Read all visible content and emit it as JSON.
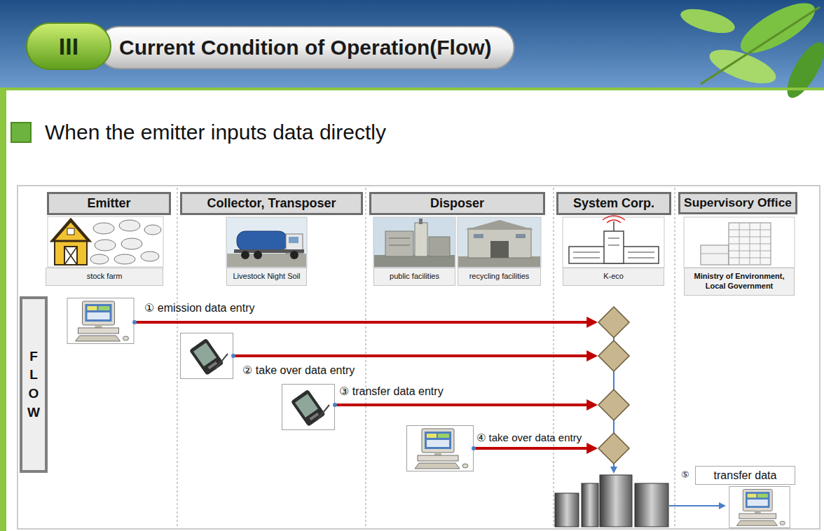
{
  "diagram": {
    "title": "Current Condition of Operation(Flow)",
    "nodes": [
      {
        "text": [
          "Emitter"
        ]
      },
      {
        "text": [
          "Collector, Transposer"
        ]
      },
      {
        "text": [
          "Disposer"
        ]
      },
      {
        "text": [
          "System Corp."
        ]
      },
      {
        "text": [
          "Supervisory Office"
        ]
      },
      {
        "text": [
          "stock farm"
        ]
      },
      {
        "text": [
          "Livestock Night Soil"
        ]
      },
      {
        "text": [
          "public facilities"
        ]
      },
      {
        "text": [
          "recycling facilities"
        ]
      },
      {
        "text": [
          "K-eco"
        ]
      },
      {
        "text": [
          "Ministry of Environment, Local Government"
        ]
      },
      {
        "text": [
          "FLOW"
        ]
      },
      {
        "text": [
          "transfer data"
        ]
      }
    ],
    "labels": [
      "III",
      "When the emitter inputs data directly",
      "① emission data entry",
      "② take over data entry",
      "③ transfer data entry",
      "④ take over data entry",
      "⑤"
    ]
  }
}
